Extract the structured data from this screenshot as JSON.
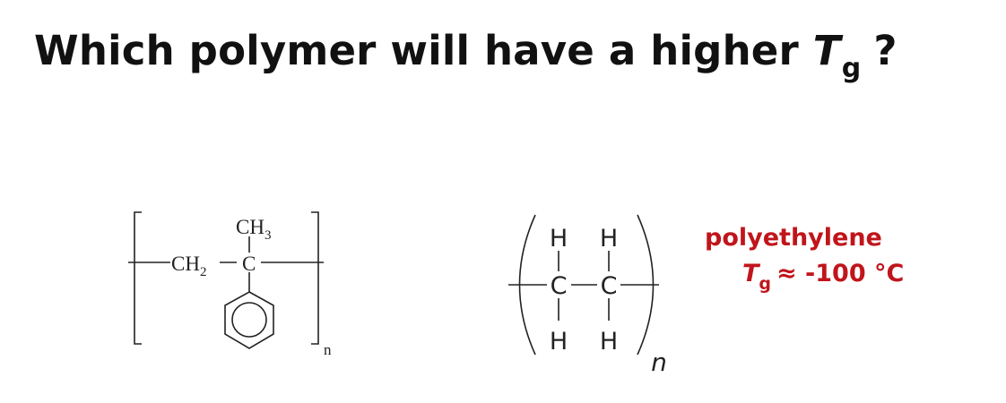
{
  "title": {
    "text": "Which polymer will have a higher",
    "symbol": "T",
    "subscript": "g",
    "end": "?"
  },
  "polystyrene": {
    "ch3": "CH",
    "ch3_sub": "3",
    "ch2": "CH",
    "ch2_sub": "2",
    "carbon": "C",
    "repeat": "n"
  },
  "polyethylene": {
    "h": "H",
    "carbon": "C",
    "repeat": "n",
    "name": "polyethylene",
    "tg_symbol": "T",
    "tg_subscript": "g",
    "tg_value": "≈ -100 °C"
  },
  "colors": {
    "text": "#111111",
    "accent": "#c0151b"
  }
}
